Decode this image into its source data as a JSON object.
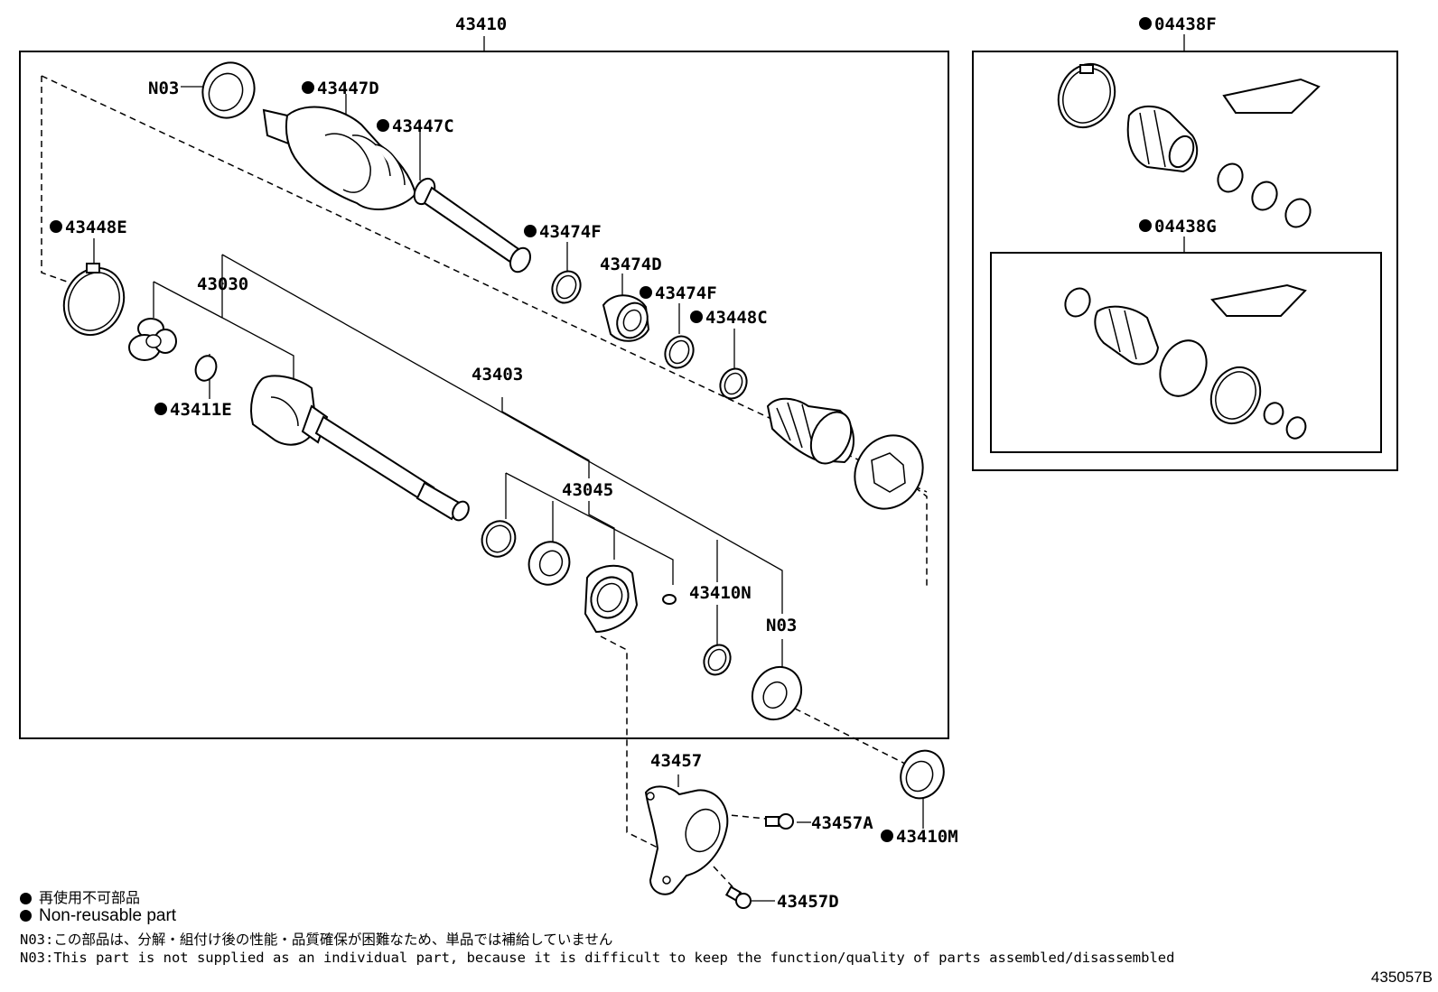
{
  "labels": {
    "assy": "43410",
    "n03_top": "N03",
    "p43447D": "43447D",
    "p43447C": "43447C",
    "p43448E": "43448E",
    "p43474F_a": "43474F",
    "p43474D": "43474D",
    "p43474F_b": "43474F",
    "p43448C": "43448C",
    "p43030": "43030",
    "p43403": "43403",
    "p43411E": "43411E",
    "p43045": "43045",
    "p43410N": "43410N",
    "n03_bottom": "N03",
    "p43457": "43457",
    "p43457A": "43457A",
    "p43410M": "43410M",
    "p43457D": "43457D",
    "kit_f": "04438F",
    "kit_g": "04438G"
  },
  "legend": {
    "jp": "再使用不可部品",
    "en": "Non-reusable part",
    "note_jp": "N03:この部品は、分解・組付け後の性能・品質確保が困難なため、単品では補給していません",
    "note_en": "N03:This part is not supplied as an individual part, because it is difficult to keep the function/quality of parts assembled/disassembled"
  },
  "reference": "435057B"
}
